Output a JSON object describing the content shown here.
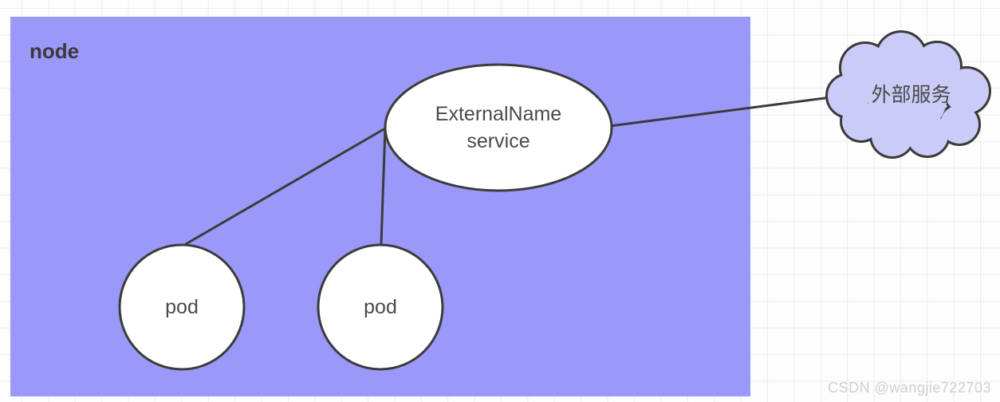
{
  "diagram": {
    "node": {
      "label": "node"
    },
    "service": {
      "label_line1": "ExternalName",
      "label_line2": "service"
    },
    "pods": [
      {
        "label": "pod"
      },
      {
        "label": "pod"
      }
    ],
    "external_service": {
      "label": "外部服务"
    },
    "watermark": "CSDN @wangjie722703",
    "connections": [
      {
        "from": "ExternalName service",
        "to": "pod-left"
      },
      {
        "from": "ExternalName service",
        "to": "pod-right"
      },
      {
        "from": "ExternalName service",
        "to": "external-service-cloud"
      }
    ],
    "colors": {
      "node_fill": "#9a99f9",
      "shape_fill": "#ffffff",
      "cloud_fill": "#cbcbf7",
      "stroke": "#3b3b3b",
      "text": "#4a4a4a",
      "grid_line": "#ececec",
      "canvas_bg": "#fdfdfd",
      "watermark_text": "#cfcfcf"
    }
  }
}
